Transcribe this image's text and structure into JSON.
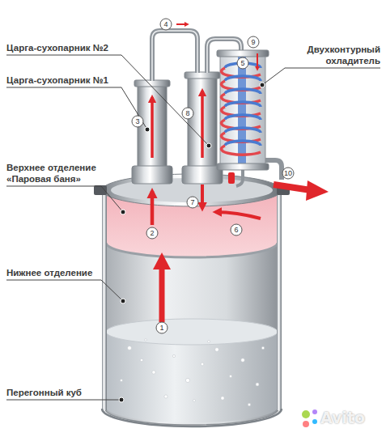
{
  "diagram": {
    "labels": [
      "Царга-сухопарник №2",
      "Царга-сухопарник №1",
      "Верхнее отделение «Паровая баня»",
      "Нижнее отделение",
      "Перегонный куб",
      "Двухконтурный охладитель",
      "1",
      "2",
      "3",
      "4",
      "5",
      "6",
      "7",
      "8",
      "9",
      "10",
      "Avito"
    ]
  }
}
